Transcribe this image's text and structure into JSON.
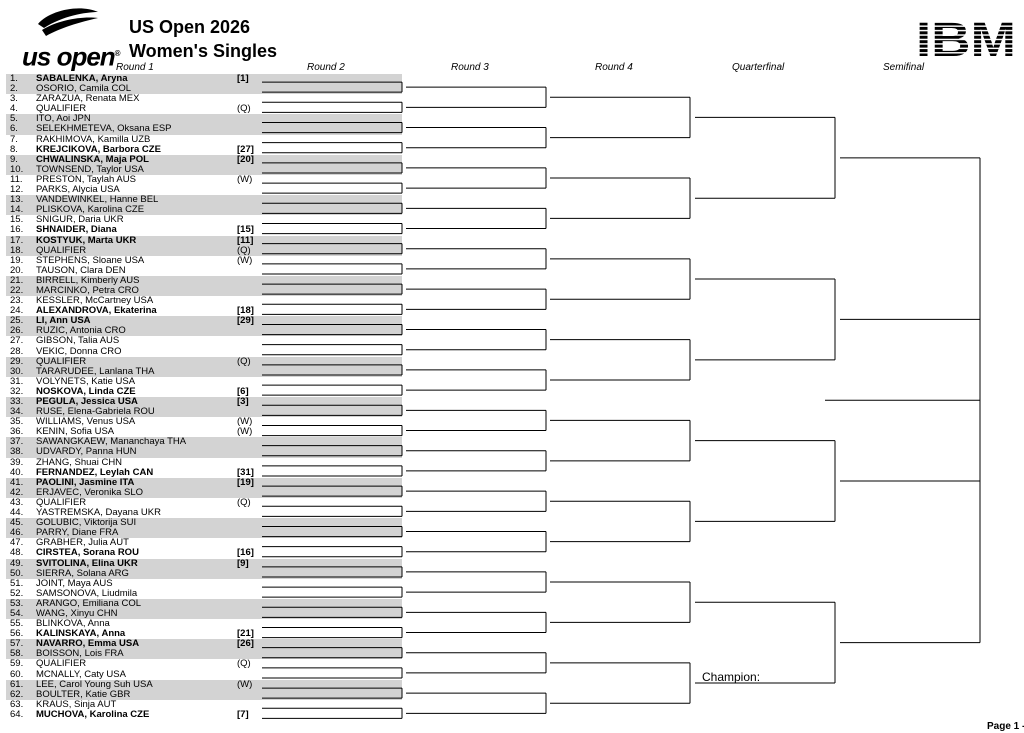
{
  "header": {
    "logo_text": "us open",
    "title": "US Open 2026",
    "subtitle": "Women's Singles",
    "sponsor": "IBM"
  },
  "rounds": [
    "Round 1",
    "Round 2",
    "Round 3",
    "Round 4",
    "Quarterfinal",
    "Semifinal"
  ],
  "draw": [
    {
      "num": "1.",
      "name": "SABALENKA, Aryna",
      "tag": "[1]",
      "seeded": true
    },
    {
      "num": "2.",
      "name": "OSORIO, Camila COL",
      "tag": ""
    },
    {
      "num": "3.",
      "name": "ZARAZUA, Renata MEX",
      "tag": ""
    },
    {
      "num": "4.",
      "name": "QUALIFIER",
      "tag": "(Q)"
    },
    {
      "num": "5.",
      "name": "ITO, Aoi JPN",
      "tag": ""
    },
    {
      "num": "6.",
      "name": "SELEKHMETEVA, Oksana ESP",
      "tag": ""
    },
    {
      "num": "7.",
      "name": "RAKHIMOVA, Kamilla UZB",
      "tag": ""
    },
    {
      "num": "8.",
      "name": "KREJCIKOVA, Barbora CZE",
      "tag": "[27]",
      "seeded": true
    },
    {
      "num": "9.",
      "name": "CHWALINSKA, Maja POL",
      "tag": "[20]",
      "seeded": true
    },
    {
      "num": "10.",
      "name": "TOWNSEND, Taylor USA",
      "tag": ""
    },
    {
      "num": "11.",
      "name": "PRESTON, Taylah AUS",
      "tag": "(W)"
    },
    {
      "num": "12.",
      "name": "PARKS, Alycia USA",
      "tag": ""
    },
    {
      "num": "13.",
      "name": "VANDEWINKEL, Hanne BEL",
      "tag": ""
    },
    {
      "num": "14.",
      "name": "PLISKOVA, Karolina CZE",
      "tag": ""
    },
    {
      "num": "15.",
      "name": "SNIGUR, Daria UKR",
      "tag": ""
    },
    {
      "num": "16.",
      "name": "SHNAIDER, Diana",
      "tag": "[15]",
      "seeded": true
    },
    {
      "num": "17.",
      "name": "KOSTYUK, Marta UKR",
      "tag": "[11]",
      "seeded": true
    },
    {
      "num": "18.",
      "name": "QUALIFIER",
      "tag": "(Q)"
    },
    {
      "num": "19.",
      "name": "STEPHENS, Sloane USA",
      "tag": "(W)"
    },
    {
      "num": "20.",
      "name": "TAUSON, Clara DEN",
      "tag": ""
    },
    {
      "num": "21.",
      "name": "BIRRELL, Kimberly AUS",
      "tag": ""
    },
    {
      "num": "22.",
      "name": "MARCINKO, Petra CRO",
      "tag": ""
    },
    {
      "num": "23.",
      "name": "KESSLER, McCartney USA",
      "tag": ""
    },
    {
      "num": "24.",
      "name": "ALEXANDROVA, Ekaterina",
      "tag": "[18]",
      "seeded": true
    },
    {
      "num": "25.",
      "name": "LI, Ann USA",
      "tag": "[29]",
      "seeded": true
    },
    {
      "num": "26.",
      "name": "RUZIC, Antonia CRO",
      "tag": ""
    },
    {
      "num": "27.",
      "name": "GIBSON, Talia AUS",
      "tag": ""
    },
    {
      "num": "28.",
      "name": "VEKIC, Donna CRO",
      "tag": ""
    },
    {
      "num": "29.",
      "name": "QUALIFIER",
      "tag": "(Q)"
    },
    {
      "num": "30.",
      "name": "TARARUDEE, Lanlana THA",
      "tag": ""
    },
    {
      "num": "31.",
      "name": "VOLYNETS, Katie USA",
      "tag": ""
    },
    {
      "num": "32.",
      "name": "NOSKOVA, Linda CZE",
      "tag": "[6]",
      "seeded": true
    },
    {
      "num": "33.",
      "name": "PEGULA, Jessica USA",
      "tag": "[3]",
      "seeded": true
    },
    {
      "num": "34.",
      "name": "RUSE, Elena-Gabriela ROU",
      "tag": ""
    },
    {
      "num": "35.",
      "name": "WILLIAMS, Venus USA",
      "tag": "(W)"
    },
    {
      "num": "36.",
      "name": "KENIN, Sofia USA",
      "tag": "(W)"
    },
    {
      "num": "37.",
      "name": "SAWANGKAEW, Mananchaya THA",
      "tag": ""
    },
    {
      "num": "38.",
      "name": "UDVARDY, Panna HUN",
      "tag": ""
    },
    {
      "num": "39.",
      "name": "ZHANG, Shuai CHN",
      "tag": ""
    },
    {
      "num": "40.",
      "name": "FERNANDEZ, Leylah CAN",
      "tag": "[31]",
      "seeded": true
    },
    {
      "num": "41.",
      "name": "PAOLINI, Jasmine ITA",
      "tag": "[19]",
      "seeded": true
    },
    {
      "num": "42.",
      "name": "ERJAVEC, Veronika SLO",
      "tag": ""
    },
    {
      "num": "43.",
      "name": "QUALIFIER",
      "tag": "(Q)"
    },
    {
      "num": "44.",
      "name": "YASTREMSKA, Dayana UKR",
      "tag": ""
    },
    {
      "num": "45.",
      "name": "GOLUBIC, Viktorija SUI",
      "tag": ""
    },
    {
      "num": "46.",
      "name": "PARRY, Diane FRA",
      "tag": ""
    },
    {
      "num": "47.",
      "name": "GRABHER, Julia AUT",
      "tag": ""
    },
    {
      "num": "48.",
      "name": "CIRSTEA, Sorana ROU",
      "tag": "[16]",
      "seeded": true
    },
    {
      "num": "49.",
      "name": "SVITOLINA, Elina UKR",
      "tag": "[9]",
      "seeded": true
    },
    {
      "num": "50.",
      "name": "SIERRA, Solana ARG",
      "tag": ""
    },
    {
      "num": "51.",
      "name": "JOINT, Maya AUS",
      "tag": ""
    },
    {
      "num": "52.",
      "name": "SAMSONOVA, Liudmila",
      "tag": ""
    },
    {
      "num": "53.",
      "name": "ARANGO, Emiliana COL",
      "tag": ""
    },
    {
      "num": "54.",
      "name": "WANG, Xinyu CHN",
      "tag": ""
    },
    {
      "num": "55.",
      "name": "BLINKOVA, Anna",
      "tag": ""
    },
    {
      "num": "56.",
      "name": "KALINSKAYA, Anna",
      "tag": "[21]",
      "seeded": true
    },
    {
      "num": "57.",
      "name": "NAVARRO, Emma USA",
      "tag": "[26]",
      "seeded": true
    },
    {
      "num": "58.",
      "name": "BOISSON, Lois FRA",
      "tag": ""
    },
    {
      "num": "59.",
      "name": "QUALIFIER",
      "tag": "(Q)"
    },
    {
      "num": "60.",
      "name": "MCNALLY, Caty USA",
      "tag": ""
    },
    {
      "num": "61.",
      "name": "LEE, Carol Young Suh USA",
      "tag": "(W)"
    },
    {
      "num": "62.",
      "name": "BOULTER, Katie GBR",
      "tag": ""
    },
    {
      "num": "63.",
      "name": "KRAUS, Sinja AUT",
      "tag": ""
    },
    {
      "num": "64.",
      "name": "MUCHOVA, Karolina CZE",
      "tag": "[7]",
      "seeded": true
    }
  ],
  "champion_label": "Champion:",
  "page_label": "Page 1 -"
}
